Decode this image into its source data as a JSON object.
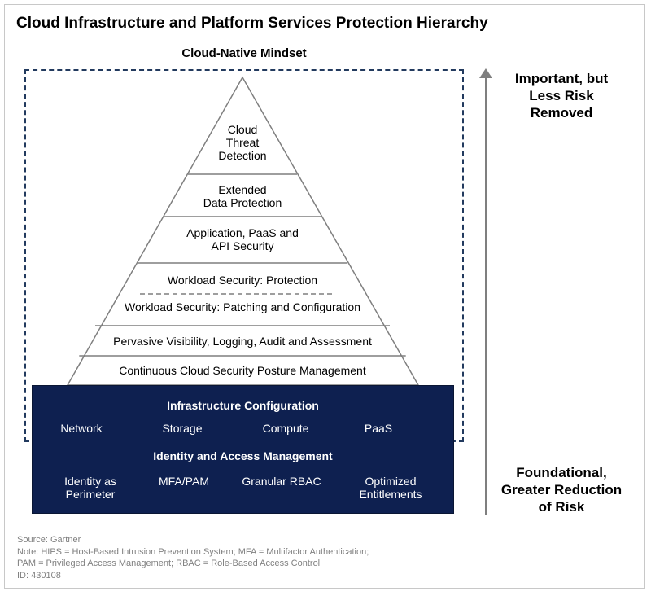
{
  "title": "Cloud Infrastructure and Platform Services Protection Hierarchy",
  "mindset_label": "Cloud-Native Mindset",
  "pyramid": {
    "layers": [
      {
        "lines": [
          "Cloud",
          "Threat",
          "Detection"
        ]
      },
      {
        "lines": [
          "Extended",
          "Data Protection"
        ]
      },
      {
        "lines": [
          "Application, PaaS and",
          "API Security"
        ]
      },
      {
        "lines": [
          "Workload Security: Protection"
        ]
      },
      {
        "lines": [
          "Workload Security: Patching and Configuration"
        ]
      },
      {
        "lines": [
          "Pervasive Visibility, Logging, Audit and Assessment"
        ]
      },
      {
        "lines": [
          "Continuous Cloud Security Posture Management"
        ]
      }
    ]
  },
  "foundation": {
    "infra_heading": "Infrastructure Configuration",
    "infra_items": [
      "Network",
      "Storage",
      "Compute",
      "PaaS"
    ],
    "iam_heading": "Identity and Access Management",
    "iam_items": [
      {
        "lines": [
          "Identity as",
          "Perimeter"
        ]
      },
      {
        "lines": [
          "MFA/PAM"
        ]
      },
      {
        "lines": [
          "Granular RBAC"
        ]
      },
      {
        "lines": [
          "Optimized",
          "Entitlements"
        ]
      }
    ]
  },
  "side": {
    "top_lines": [
      "Important, but",
      "Less Risk",
      "Removed"
    ],
    "bottom_lines": [
      "Foundational,",
      "Greater Reduction",
      "of Risk"
    ]
  },
  "notes": {
    "source": "Source: Gartner",
    "note_line1": "Note: HIPS = Host-Based Intrusion Prevention System; MFA = Multifactor Authentication;",
    "note_line2": "PAM = Privileged Access Management; RBAC = Role-Based Access Control",
    "id": "ID: 430108"
  },
  "colors": {
    "foundation_fill": "#0e2050",
    "dashed_border": "#223a5e",
    "arrow": "#7f7f7f",
    "pyramid_stroke": "#7f7f7f",
    "notes_text": "#808080"
  }
}
